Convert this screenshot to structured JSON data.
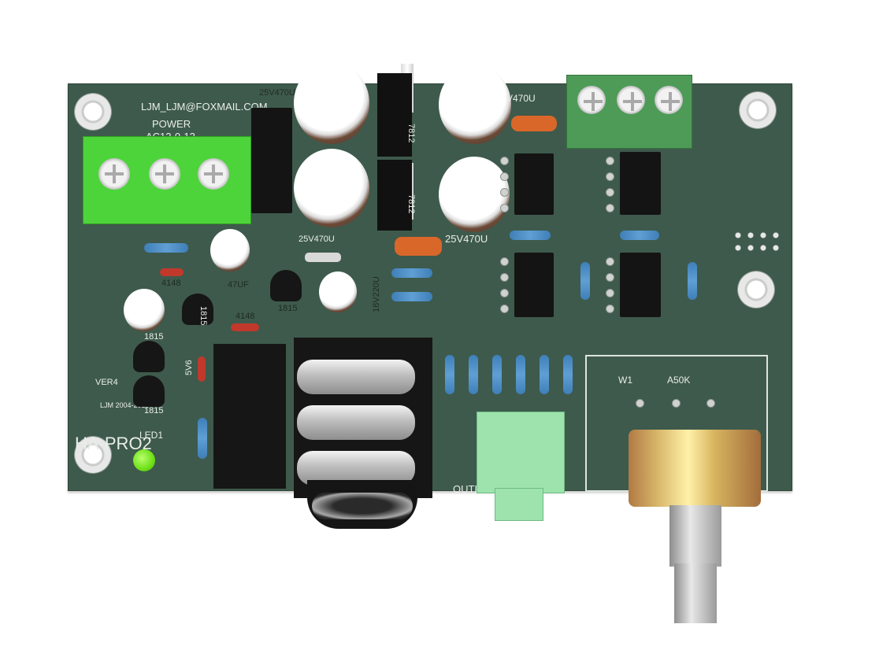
{
  "board": {
    "email": "LJM_LJM@FOXMAIL.COM",
    "power_label": "POWER",
    "power_spec": "AC12-0-12",
    "model": "HA-PRO2",
    "version": "VER4",
    "credit": "LJM 2004-2019",
    "led_label": "LED1",
    "output_label": "OUTPUT",
    "pot_ref": "W1",
    "pot_value": "A50K"
  },
  "components": {
    "cap_top_left": "25V470U",
    "cap_top_right": "V470U",
    "cap_bottom_left": "25V470U",
    "cap_bottom_right": "25V470U",
    "reg_top": "7812",
    "reg_bottom": "7812",
    "cap_47uf": "47UF",
    "cap_16v": "16V220U",
    "diode_1": "4148",
    "diode_2": "4148",
    "zener": "5V6",
    "transistor_1": "1815",
    "transistor_2": "1815",
    "transistor_3": "1815",
    "transistor_4": "1815"
  },
  "colors": {
    "pcb": "#3e5a4c",
    "terminal_bright": "#4dd43a",
    "terminal_dark": "#4e9b58",
    "jack_green": "#9ee3ae",
    "orange_cap": "#d9672a"
  }
}
